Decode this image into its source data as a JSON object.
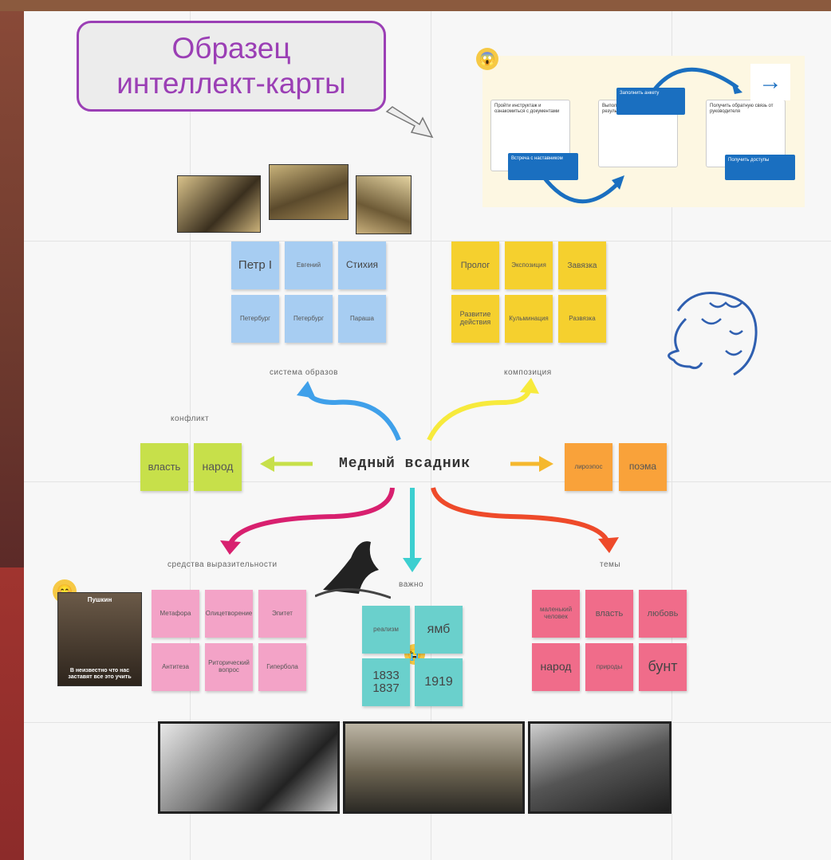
{
  "title": {
    "line1": "Образец",
    "line2": "интеллект-карты"
  },
  "center": "Медный всадник",
  "labels": {
    "images": "система образов",
    "composition": "композиция",
    "conflict": "конфликт",
    "means": "средства выразительности",
    "important": "важно",
    "themes": "темы"
  },
  "blue_notes": [
    "Петр I",
    "Евгений",
    "Стихия",
    "Петербург",
    "Петербург",
    "Параша"
  ],
  "yellow_notes": [
    "Пролог",
    "Экспозиция",
    "Завязка",
    "Развитие действия",
    "Кульминация",
    "Развязка"
  ],
  "conflict_notes": [
    "власть",
    "народ"
  ],
  "genre_notes": [
    "лироэпос",
    "поэма"
  ],
  "pink_notes": [
    "Метафора",
    "Олицетворение",
    "Эпитет",
    "Антитеза",
    "Риторический вопрос",
    "Гипербола"
  ],
  "teal_notes": [
    "реализм",
    "ямб",
    "1833 1837",
    "1919"
  ],
  "red_notes": [
    "маленький человек",
    "власть",
    "любовь",
    "народ",
    "природы",
    "бунт"
  ],
  "meme": {
    "top": "Пушкин",
    "bottom": "В неизвестно что нас заставят все это учить"
  },
  "diagram_notes": {
    "n1": "Пройти инструктаж и ознакомиться с документами",
    "n2": "Выполнить задания и обсудить результаты с наставником",
    "n3": "Получить обратную связь от руководителя",
    "b1": "Встреча с наставником",
    "b2": "Заполнить анкету",
    "b3": "Получить доступы"
  },
  "colors": {
    "accent": "#9b3fb5",
    "blue": "#a7cdf2",
    "yellow": "#f5d02e",
    "pink": "#f3a3c7",
    "teal": "#6ad0cc",
    "red": "#f06c8a"
  }
}
